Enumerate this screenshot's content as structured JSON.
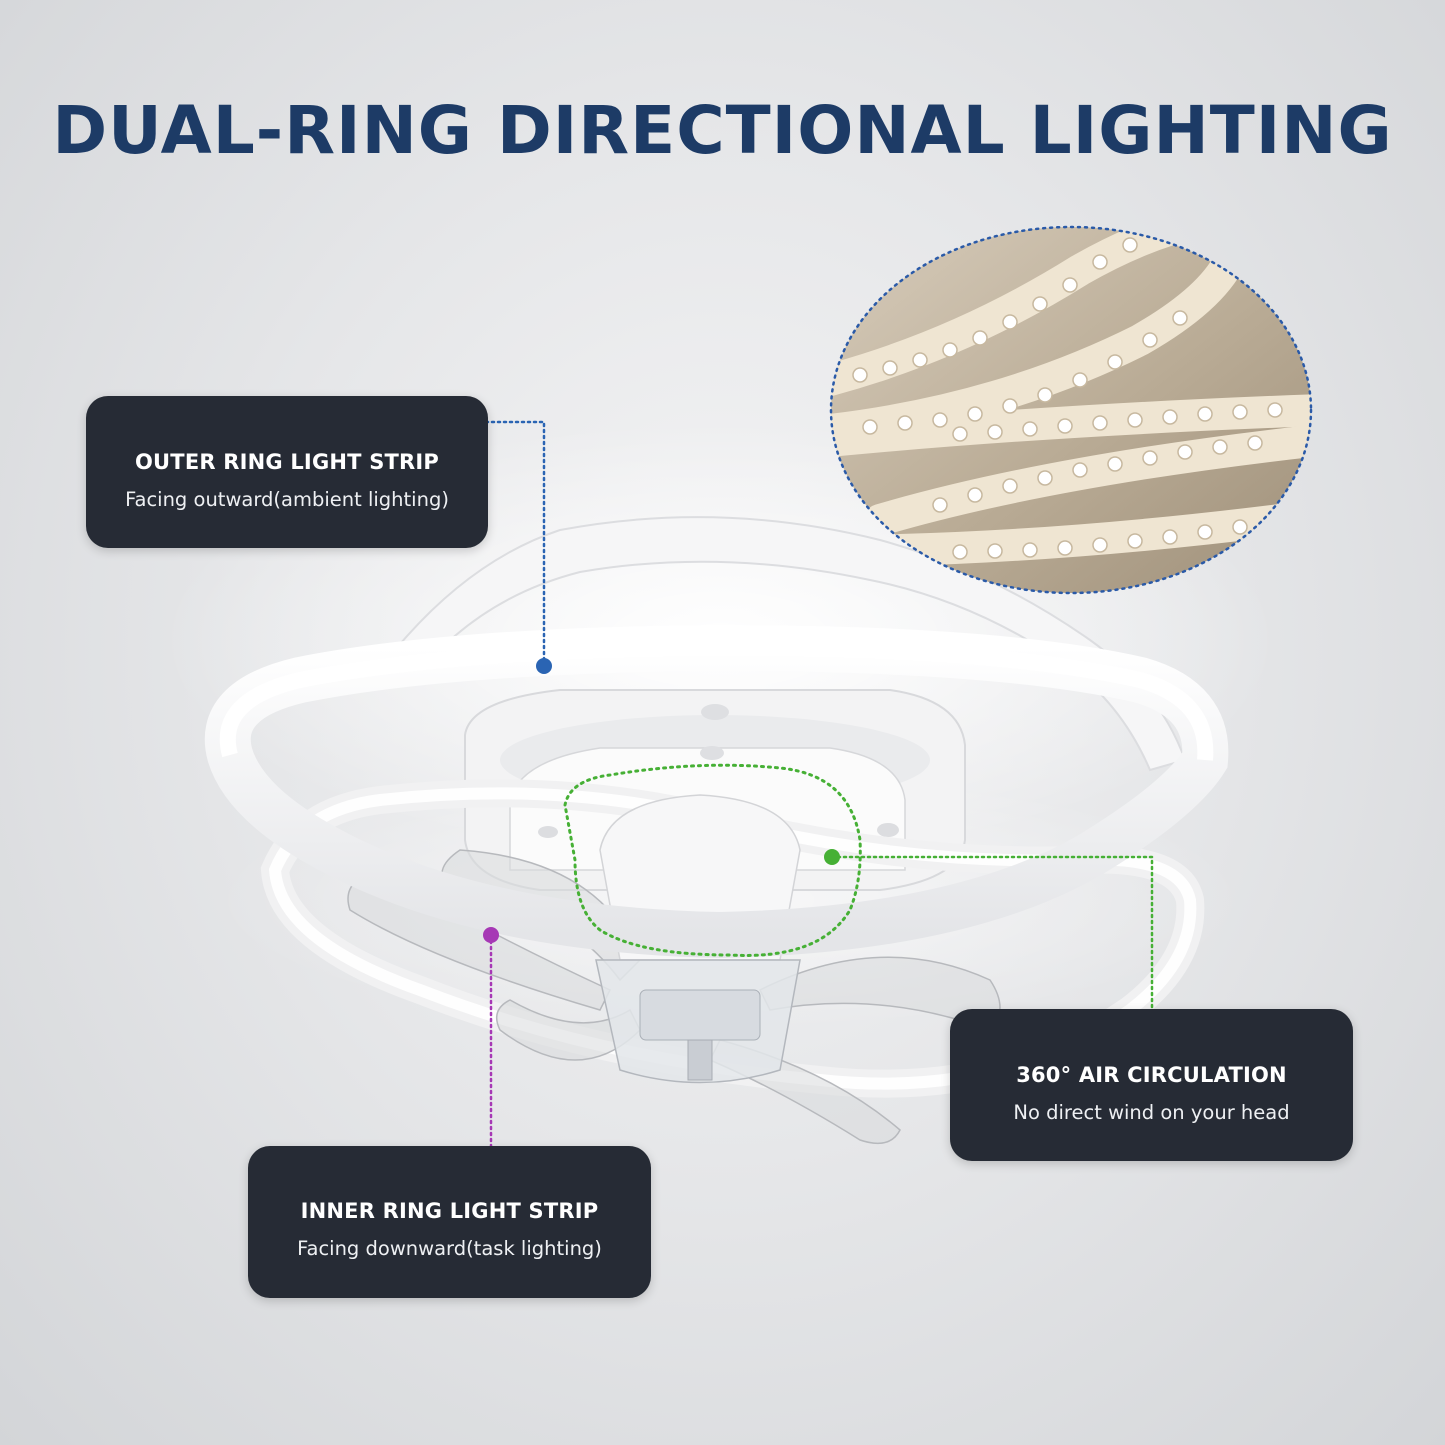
{
  "title": "DUAL-RING DIRECTIONAL LIGHTING",
  "callouts": {
    "outer_ring": {
      "title": "OUTER RING LIGHT STRIP",
      "subtitle": "Facing outward(ambient lighting)",
      "marker_color": "#2a64b3"
    },
    "air_circulation": {
      "title": "360° AIR CIRCULATION",
      "subtitle": "No direct wind on your head",
      "marker_color": "#46b035"
    },
    "inner_ring": {
      "title": "INNER RING LIGHT STRIP",
      "subtitle": "Facing downward(task lighting)",
      "marker_color": "#a638b5"
    }
  },
  "colors": {
    "title": "#1d3b66",
    "callout_bg": "#262b35",
    "callout_text": "#ffffff"
  }
}
